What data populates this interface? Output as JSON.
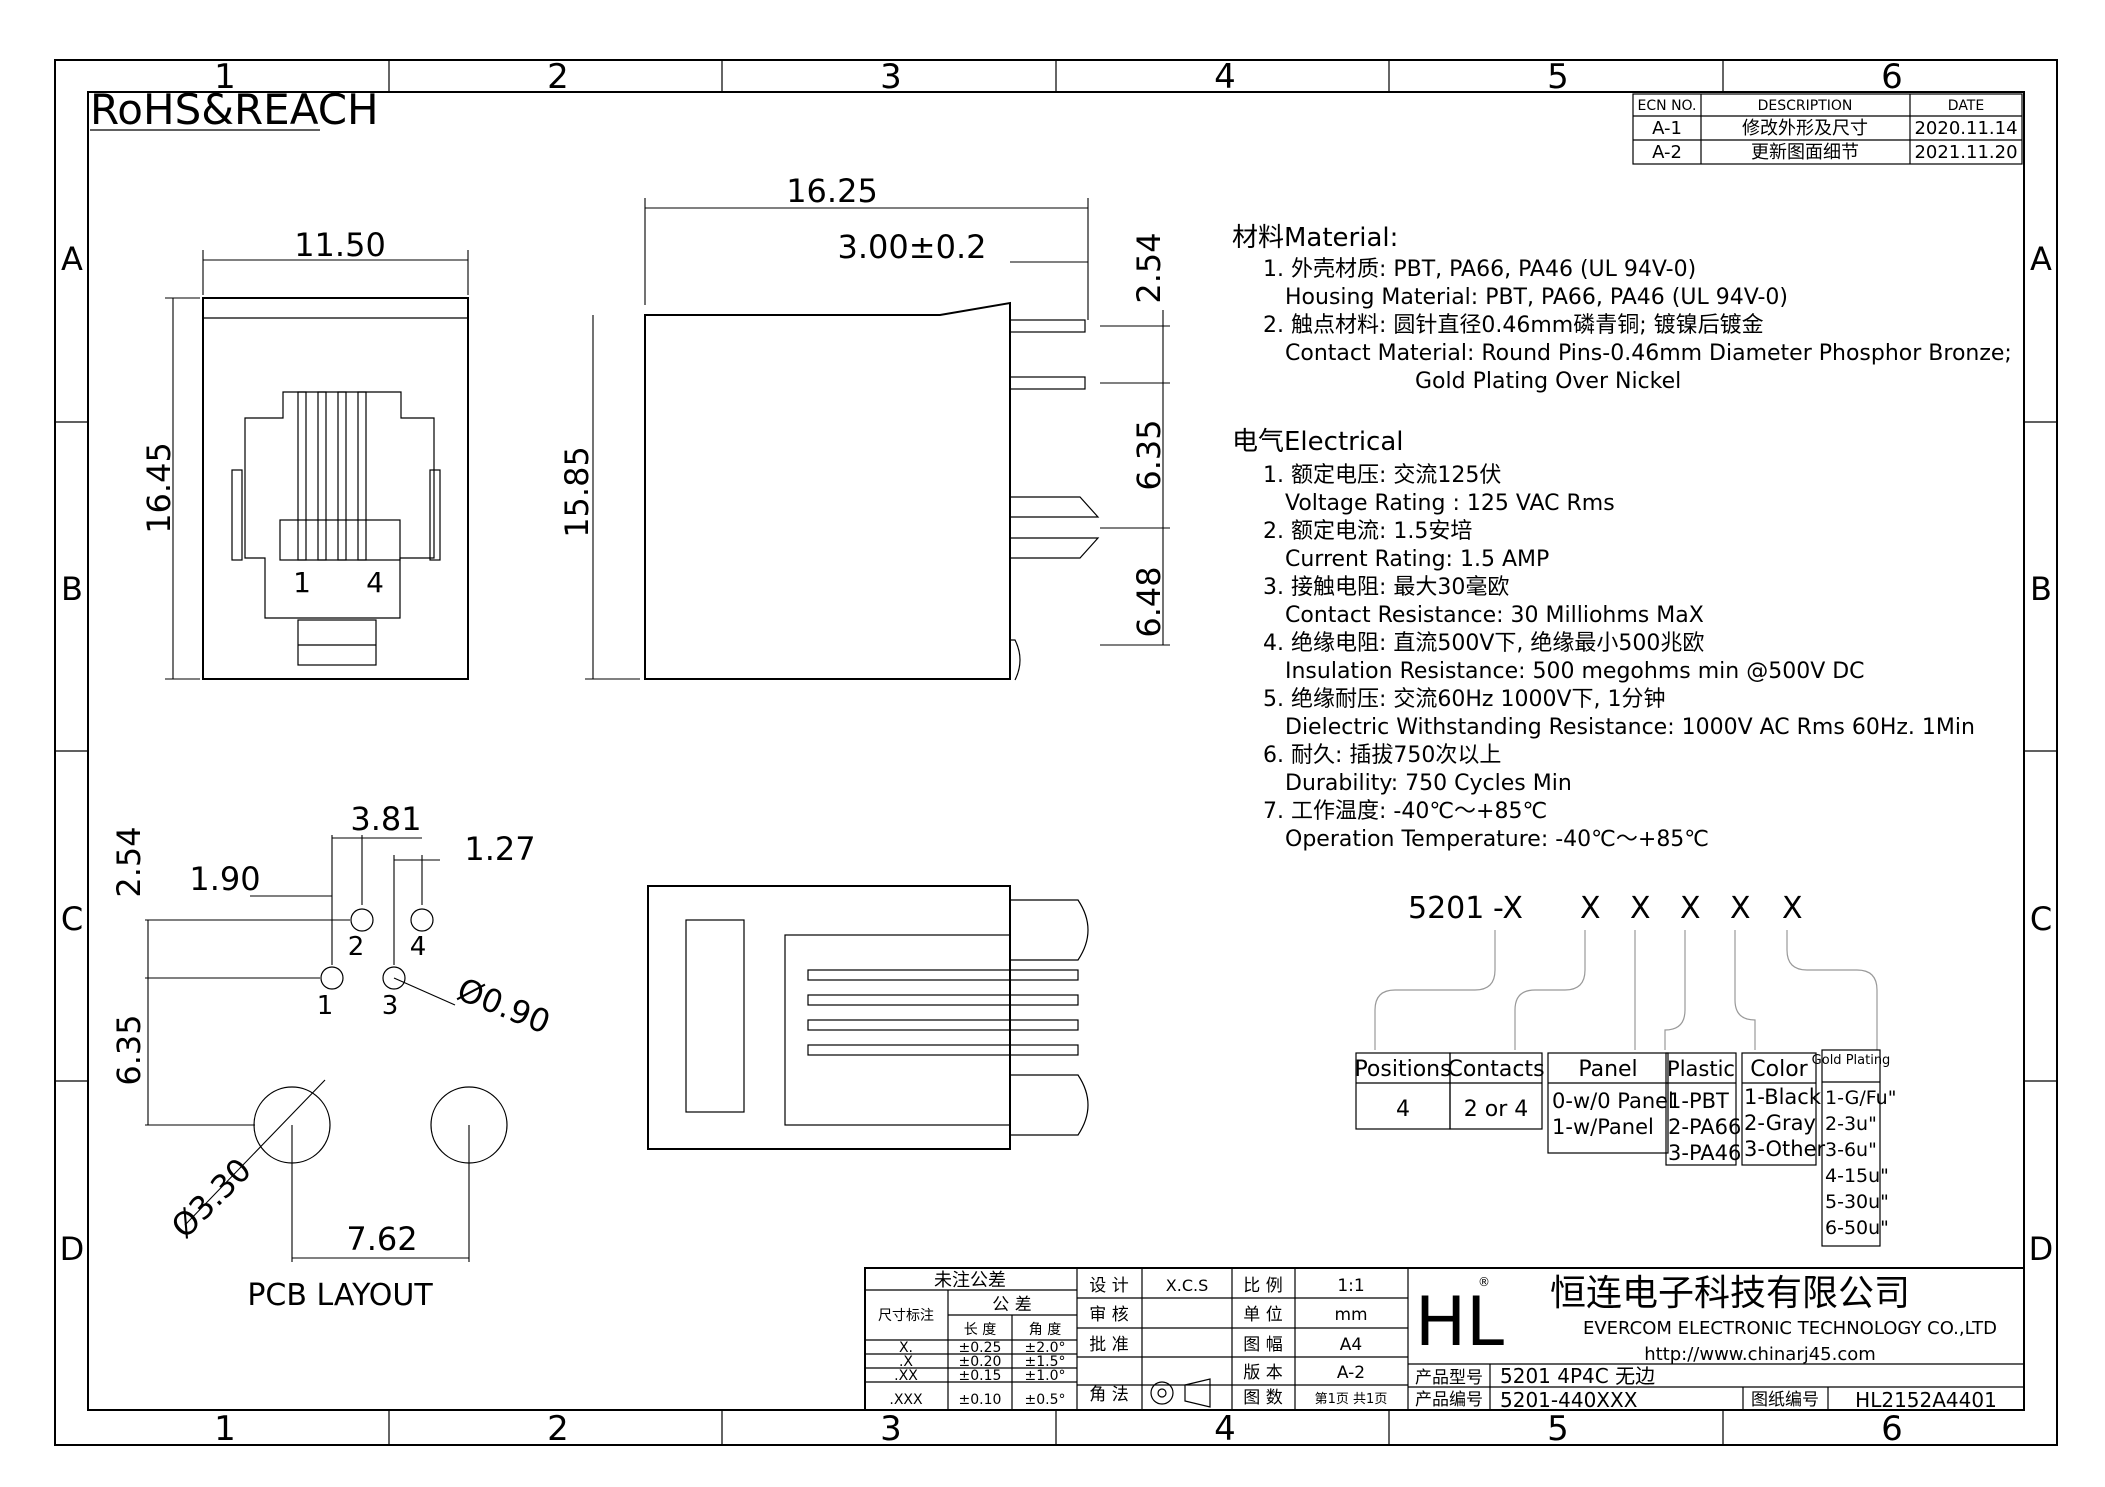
{
  "frame": {
    "col_labels": [
      "1",
      "2",
      "3",
      "4",
      "5",
      "6"
    ],
    "row_labels": [
      "A",
      "B",
      "C",
      "D"
    ]
  },
  "rohs_label": "RoHS&REACH",
  "revision_table": {
    "headers": [
      "ECN NO.",
      "DESCRIPTION",
      "DATE"
    ],
    "rows": [
      {
        "ecn": "A-1",
        "description": "修改外形及尺寸",
        "date": "2020.11.14"
      },
      {
        "ecn": "A-2",
        "description": "更新图面细节",
        "date": "2021.11.20"
      }
    ]
  },
  "front_view": {
    "width_dim": "11.50",
    "height_dim": "16.45",
    "pin_first": "1",
    "pin_last": "4"
  },
  "side_view": {
    "length_dim": "16.25",
    "pin_offset_dim": "3.00±0.2",
    "height_dim": "15.85",
    "pin_spacing_dim": "2.54",
    "dim_635": "6.35",
    "dim_648": "6.48"
  },
  "pcb_layout": {
    "title": "PCB LAYOUT",
    "dim_381": "3.81",
    "dim_127": "1.27",
    "dim_190": "1.90",
    "dim_254": "2.54",
    "dim_635": "6.35",
    "dim_762": "7.62",
    "hole_dia": "Ø0.90",
    "post_dia": "Ø3.30",
    "pin_labels": [
      "1",
      "2",
      "3",
      "4"
    ]
  },
  "spec": {
    "material_heading": "材料Material:",
    "material_lines": [
      "1. 外壳材质: PBT, PA66, PA46 (UL 94V-0)",
      "Housing Material: PBT, PA66, PA46 (UL 94V-0)",
      "2. 触点材料: 圆针直径0.46mm磷青铜; 镀镍后镀金",
      "Contact Material: Round Pins-0.46mm Diameter Phosphor Bronze;",
      "Gold Plating Over Nickel"
    ],
    "electrical_heading": "电气Electrical",
    "electrical_lines": [
      "1. 额定电压: 交流125伏",
      "Voltage Rating : 125 VAC Rms",
      "2. 额定电流: 1.5安培",
      "Current Rating: 1.5 AMP",
      "3. 接触电阻: 最大30毫欧",
      "Contact Resistance: 30 Milliohms MaX",
      "4. 绝缘电阻: 直流500V下, 绝缘最小500兆欧",
      "Insulation Resistance: 500 megohms min @500V DC",
      "5. 绝缘耐压: 交流60Hz 1000V下, 1分钟",
      "Dielectric Withstanding Resistance: 1000V AC Rms 60Hz. 1Min",
      "6. 耐久: 插拔750次以上",
      "Durability: 750 Cycles Min",
      "7. 工作温度: -40℃～+85℃",
      "Operation Temperature: -40℃～+85℃"
    ]
  },
  "part_code": {
    "prefix": "5201",
    "segments": [
      "-X",
      "X",
      "X",
      "X",
      "X",
      "X"
    ]
  },
  "option_boxes": [
    {
      "title": "Positions",
      "values": [
        "4"
      ]
    },
    {
      "title": "Contacts",
      "values": [
        "2 or 4"
      ]
    },
    {
      "title": "Panel",
      "values": [
        "0-w/0 Panel",
        "1-w/Panel"
      ]
    },
    {
      "title": "Plastic",
      "values": [
        "1-PBT",
        "2-PA66",
        "3-PA46"
      ]
    },
    {
      "title": "Color",
      "values": [
        "1-Black",
        "2-Gray",
        "3-Other"
      ]
    },
    {
      "title": "Gold Plating",
      "values": [
        "1-G/Fu\"",
        "2-3u\"",
        "3-6u\"",
        "4-15u\"",
        "5-30u\"",
        "6-50u\""
      ]
    }
  ],
  "title_block": {
    "tol_title": "未注公差",
    "tol_sub": "公 差",
    "tol_dim_label": "尺寸标注",
    "tol_len": "长 度",
    "tol_ang": "角 度",
    "tol_rows": [
      {
        "dim": "X.",
        "len": "±0.25",
        "ang": "±2.0°"
      },
      {
        "dim": ".X",
        "len": "±0.20",
        "ang": "±1.5°"
      },
      {
        "dim": ".XX",
        "len": "±0.15",
        "ang": "±1.0°"
      },
      {
        "dim": ".XXX",
        "len": "±0.10",
        "ang": "±0.5°"
      }
    ],
    "design_label": "设 计",
    "design_value": "X.C.S",
    "review_label": "审 核",
    "approve_label": "批 准",
    "angle_label": "角 法",
    "scale_label": "比 例",
    "scale_value": "1:1",
    "unit_label": "单 位",
    "unit_value": "mm",
    "size_label": "图 幅",
    "size_value": "A4",
    "version_label": "版 本",
    "version_value": "A-2",
    "pages_label": "图 数",
    "pages_value": "第1页 共1页",
    "company_cn": "恒连电子科技有限公司",
    "company_en": "EVERCOM ELECTRONIC TECHNOLOGY CO.,LTD",
    "url": "http://www.chinarj45.com",
    "model_label": "产品型号",
    "model_value": "5201 4P4C 无边",
    "code_label": "产品编号",
    "code_value": "5201-440XXX",
    "drawing_label": "图纸编号",
    "drawing_value": "HL2152A4401",
    "logo_letters": "HL",
    "logo_reg": "®"
  }
}
